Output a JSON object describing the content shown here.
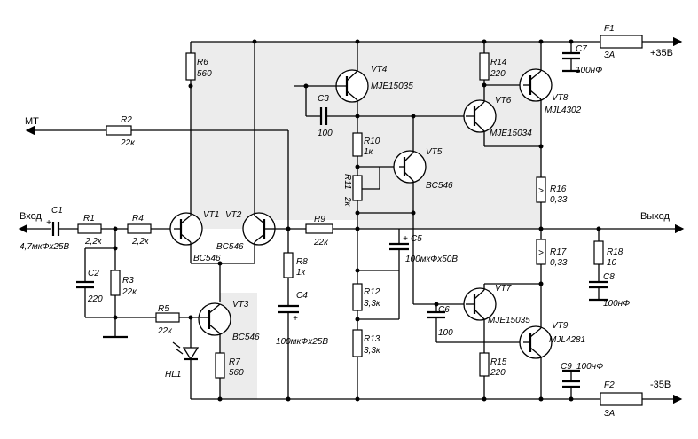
{
  "ports": {
    "input": "Вход",
    "output": "Выход",
    "mt": "МТ",
    "pos_supply": "+35В",
    "neg_supply": "-35В"
  },
  "transistors": {
    "vt1": "VT1",
    "vt2": "VT2",
    "vt1_2_type": "BC546",
    "vt2_type": "BC546",
    "vt3": "VT3",
    "vt3_type": "BC546",
    "vt4": "VT4",
    "vt4_type": "MJE15035",
    "vt5": "VT5",
    "vt5_type": "BC546",
    "vt6": "VT6",
    "vt6_type": "MJE15034",
    "vt7": "VT7",
    "vt7_type": "MJE15035",
    "vt8": "VT8",
    "vt8_type": "MJL4302",
    "vt9": "VT9",
    "vt9_type": "MJL4281"
  },
  "resistors": {
    "r1": "R1",
    "r1_val": "2,2к",
    "r2": "R2",
    "r2_val": "22к",
    "r3": "R3",
    "r3_val": "22к",
    "r4": "R4",
    "r4_val": "2,2к",
    "r5": "R5",
    "r5_val": "22к",
    "r6": "R6",
    "r6_val": "560",
    "r7": "R7",
    "r7_val": "560",
    "r8": "R8",
    "r8_val": "1к",
    "r9": "R9",
    "r9_val": "22к",
    "r10": "R10",
    "r10_val": "1к",
    "r11": "R11",
    "r11_val": "2к",
    "r12": "R12",
    "r12_val": "3,3к",
    "r13": "R13",
    "r13_val": "3,3к",
    "r14": "R14",
    "r14_val": "220",
    "r15": "R15",
    "r15_val": "220",
    "r16": "R16",
    "r16_val": "0,33",
    "r17": "R17",
    "r17_val": "0,33",
    "r18": "R18",
    "r18_val": "10"
  },
  "capacitors": {
    "c1": "C1",
    "c1_val": "4,7мкФх25В",
    "c2": "C2",
    "c2_val": "220",
    "c3": "C3",
    "c3_val": "100",
    "c4": "C4",
    "c4_val": "100мкФх25В",
    "c5": "C5",
    "c5_val": "100мкФх50В",
    "c6": "C6",
    "c6_val": "100",
    "c7": "C7",
    "c7_val": "100нФ",
    "c8": "C8",
    "c8_val": "100нФ",
    "c9": "C9",
    "c9_val": "100нФ"
  },
  "fuses": {
    "f1": "F1",
    "f1_val": "3А",
    "f2": "F2",
    "f2_val": "3А"
  },
  "led": {
    "hl1": "HL1"
  },
  "symbols": {
    "plus": "+",
    "gt": ">"
  }
}
